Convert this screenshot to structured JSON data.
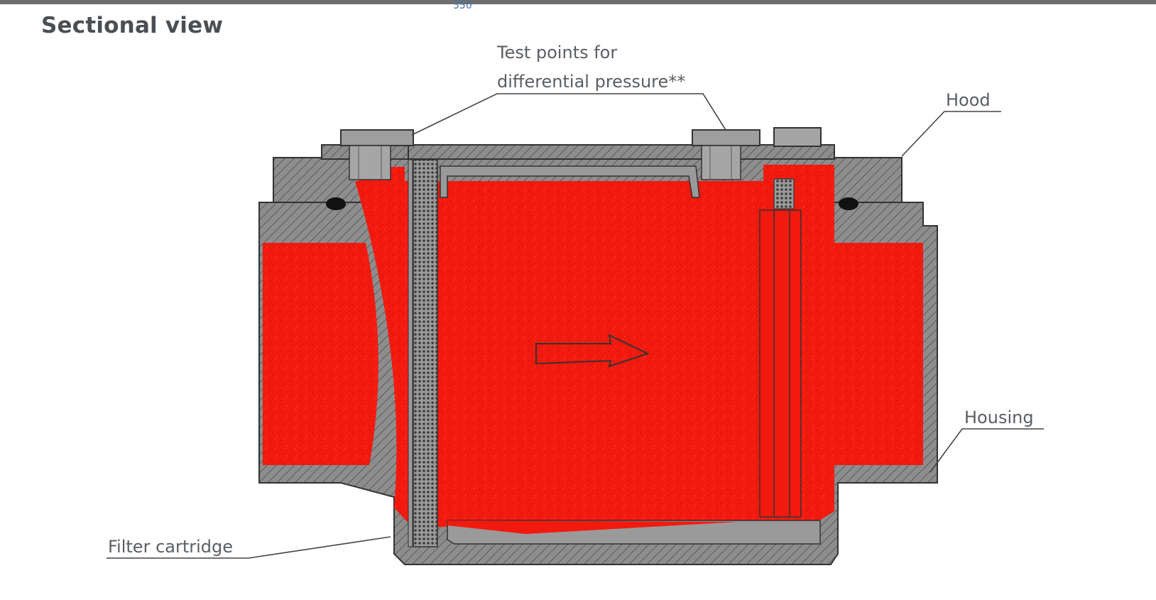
{
  "page": {
    "title": "Sectional view",
    "top_fragment": "350"
  },
  "labels": {
    "test_points_line1": "Test points for",
    "test_points_line2": "differential pressure**",
    "hood": "Hood",
    "housing": "Housing",
    "filter_cartridge": "Filter cartridge"
  },
  "colors": {
    "fluid": "#f21a0f",
    "metal": "#8a8a8a",
    "hatch": "#555555",
    "text": "#5a5e63",
    "title": "#4b4f54"
  }
}
